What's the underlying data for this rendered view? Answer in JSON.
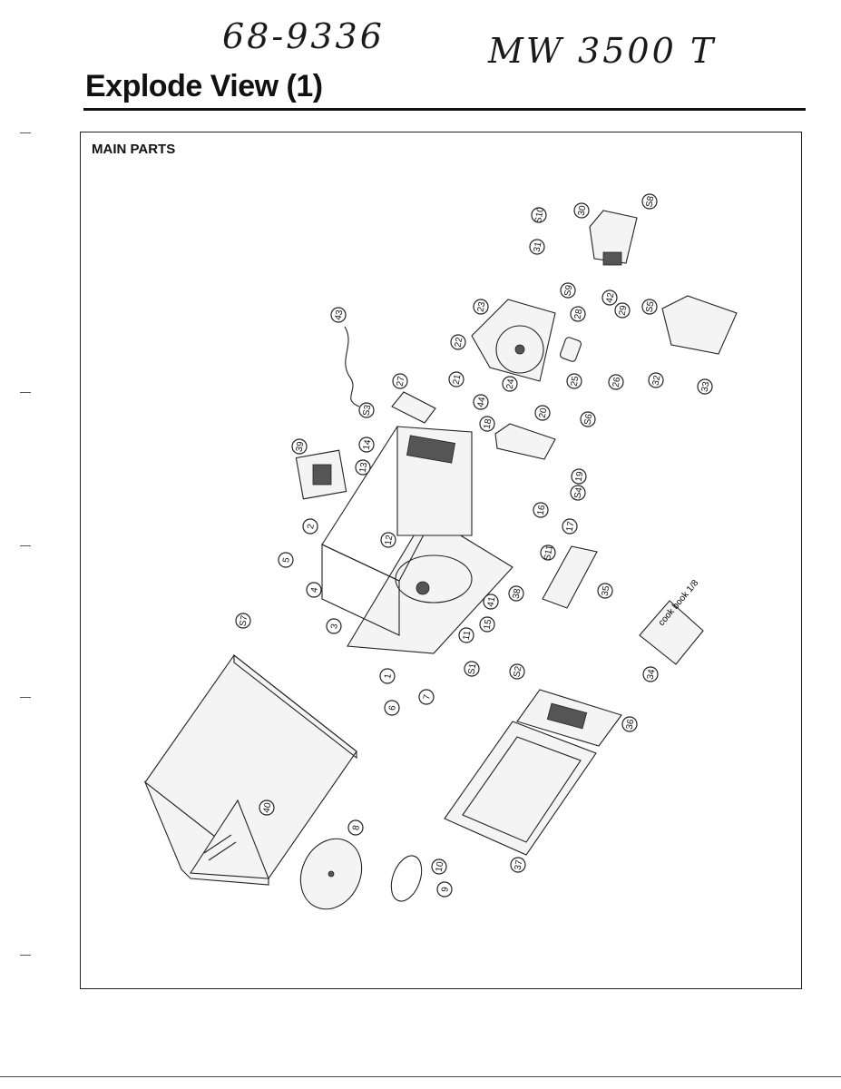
{
  "handwritten": {
    "part_number": "68-9336",
    "model": "MW 3500 T"
  },
  "page": {
    "title": "Explode View (1)",
    "section": "MAIN PARTS"
  },
  "diagram": {
    "callouts": [
      "1",
      "2",
      "3",
      "4",
      "5",
      "6",
      "7",
      "8",
      "9",
      "10",
      "11",
      "12",
      "13",
      "14",
      "15",
      "16",
      "17",
      "18",
      "19",
      "20",
      "21",
      "22",
      "23",
      "24",
      "25",
      "26",
      "27",
      "28",
      "29",
      "30",
      "31",
      "32",
      "33",
      "34",
      "35",
      "36",
      "37",
      "38",
      "39",
      "40",
      "41",
      "42",
      "43",
      "44",
      "S1",
      "S2",
      "S3",
      "S4",
      "S5",
      "S6",
      "S7",
      "S8",
      "S9",
      "S10",
      "S11"
    ],
    "card_text": "cook book 1/8"
  }
}
